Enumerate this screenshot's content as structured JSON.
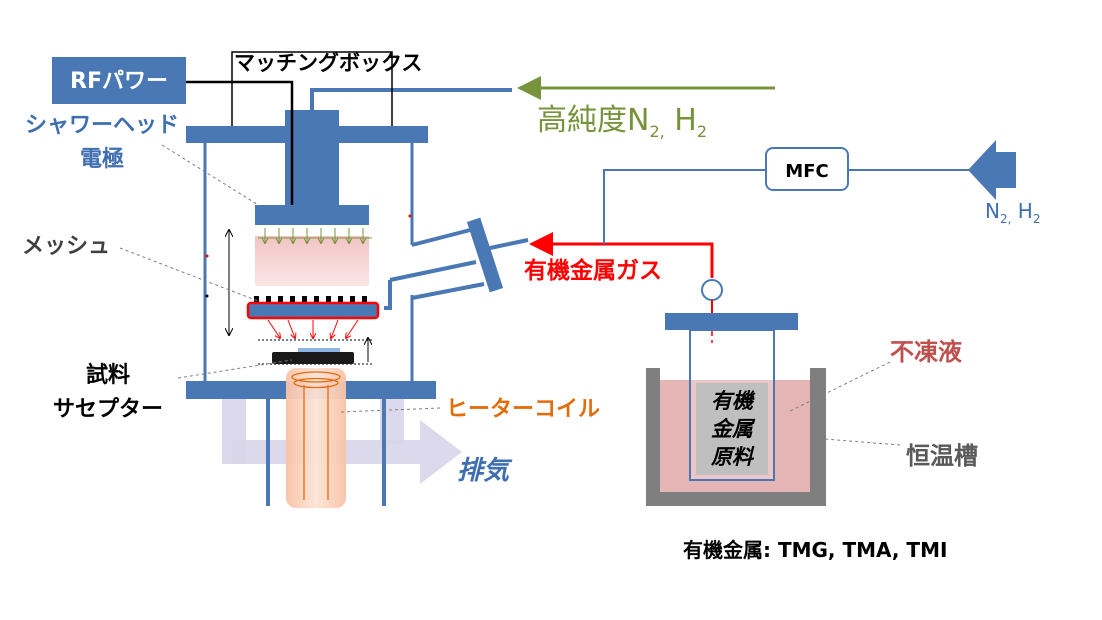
{
  "labels": {
    "rf_power": "RFパワー",
    "matching_box": "マッチングボックス",
    "shower_head_line1": "シャワーヘッド",
    "shower_head_line2": "電極",
    "mesh": "メッシュ",
    "sample_line1": "試料",
    "sample_line2": "サセプター",
    "heater_coil": "ヒーターコイル",
    "exhaust": "排気",
    "high_purity_gas": "高純度N",
    "high_purity_sub2": "2,",
    "high_purity_h": " H",
    "high_purity_sub2b": "2",
    "mfc": "MFC",
    "n2h2_n": "N",
    "n2h2_sub": "2,",
    "n2h2_h": " H",
    "n2h2_sub2": "2",
    "organometallic_gas": "有機金属ガス",
    "antifreeze": "不凍液",
    "thermostatic_bath": "恒温槽",
    "source_line1": "有機",
    "source_line2": "金属",
    "source_line3": "原料",
    "organometallic_list": "有機金属: TMG, TMA, TMI"
  },
  "colors": {
    "blue": "#4a78b5",
    "blue_text": "#3f6fb0",
    "green": "#77933c",
    "red": "#ff0000",
    "orange": "#e46c0a",
    "pink": "#d99694",
    "gray": "#7f7f7f"
  }
}
